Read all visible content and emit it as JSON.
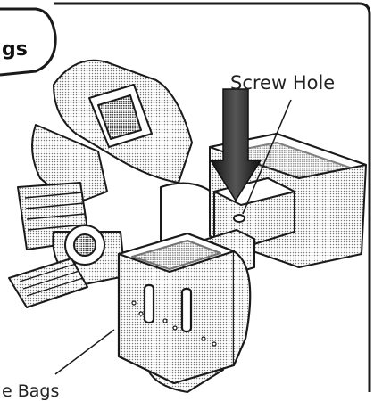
{
  "diagram": {
    "callout_title": "gs",
    "labels": {
      "screw_hole": "Screw Hole",
      "bags": "e Bags"
    },
    "colors": {
      "ink": "#1a1a1a",
      "halftone": "#bdbdbd",
      "paper": "#ffffff"
    }
  }
}
